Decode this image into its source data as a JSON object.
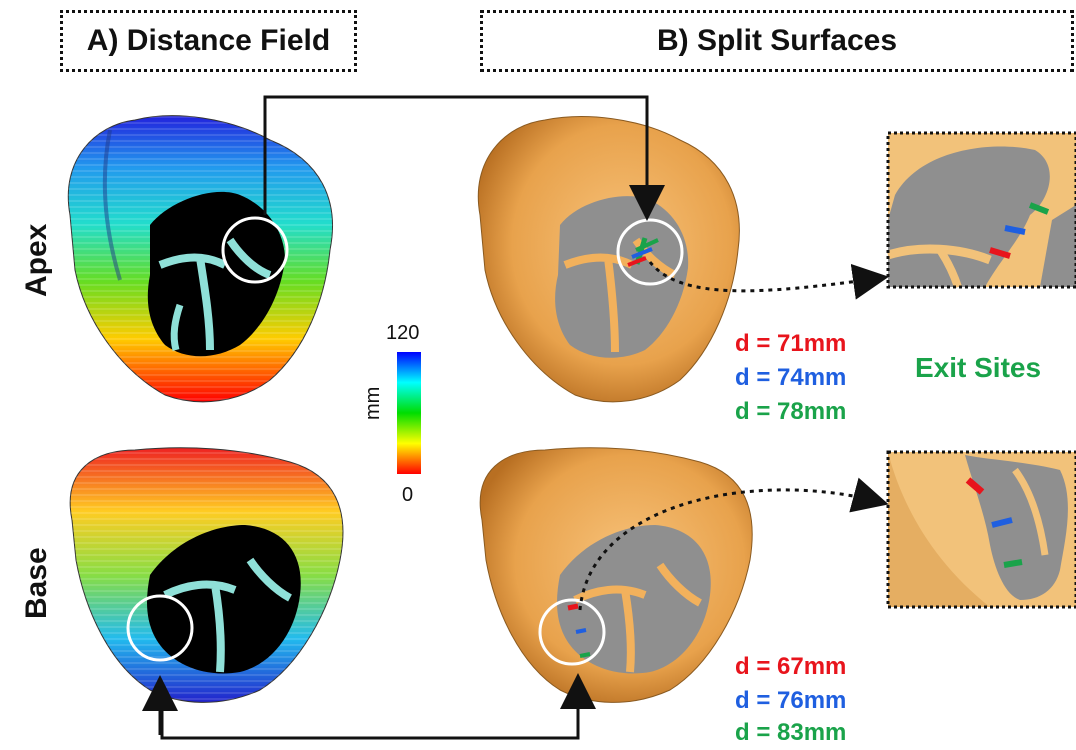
{
  "panels": {
    "a_title": "A) Distance Field",
    "b_title": "B) Split Surfaces"
  },
  "rows": {
    "apex": "Apex",
    "base": "Base"
  },
  "colorbar": {
    "max_label": "120",
    "min_label": "0",
    "unit": "mm",
    "colors": [
      "#ff0000",
      "#ffff00",
      "#00dd00",
      "#00ffff",
      "#0000ff"
    ]
  },
  "apex_distances": {
    "red": "d = 71mm",
    "blue": "d = 74mm",
    "green": "d = 78mm"
  },
  "base_distances": {
    "red": "d = 67mm",
    "blue": "d = 76mm",
    "green": "d = 83mm"
  },
  "exit_sites_label": "Exit Sites",
  "colors": {
    "red": "#e8141c",
    "blue": "#1f5fe0",
    "green": "#1aa34a",
    "surface": "#f2b15c",
    "scar": "#8f8f8f",
    "scar_black": "#000000"
  }
}
